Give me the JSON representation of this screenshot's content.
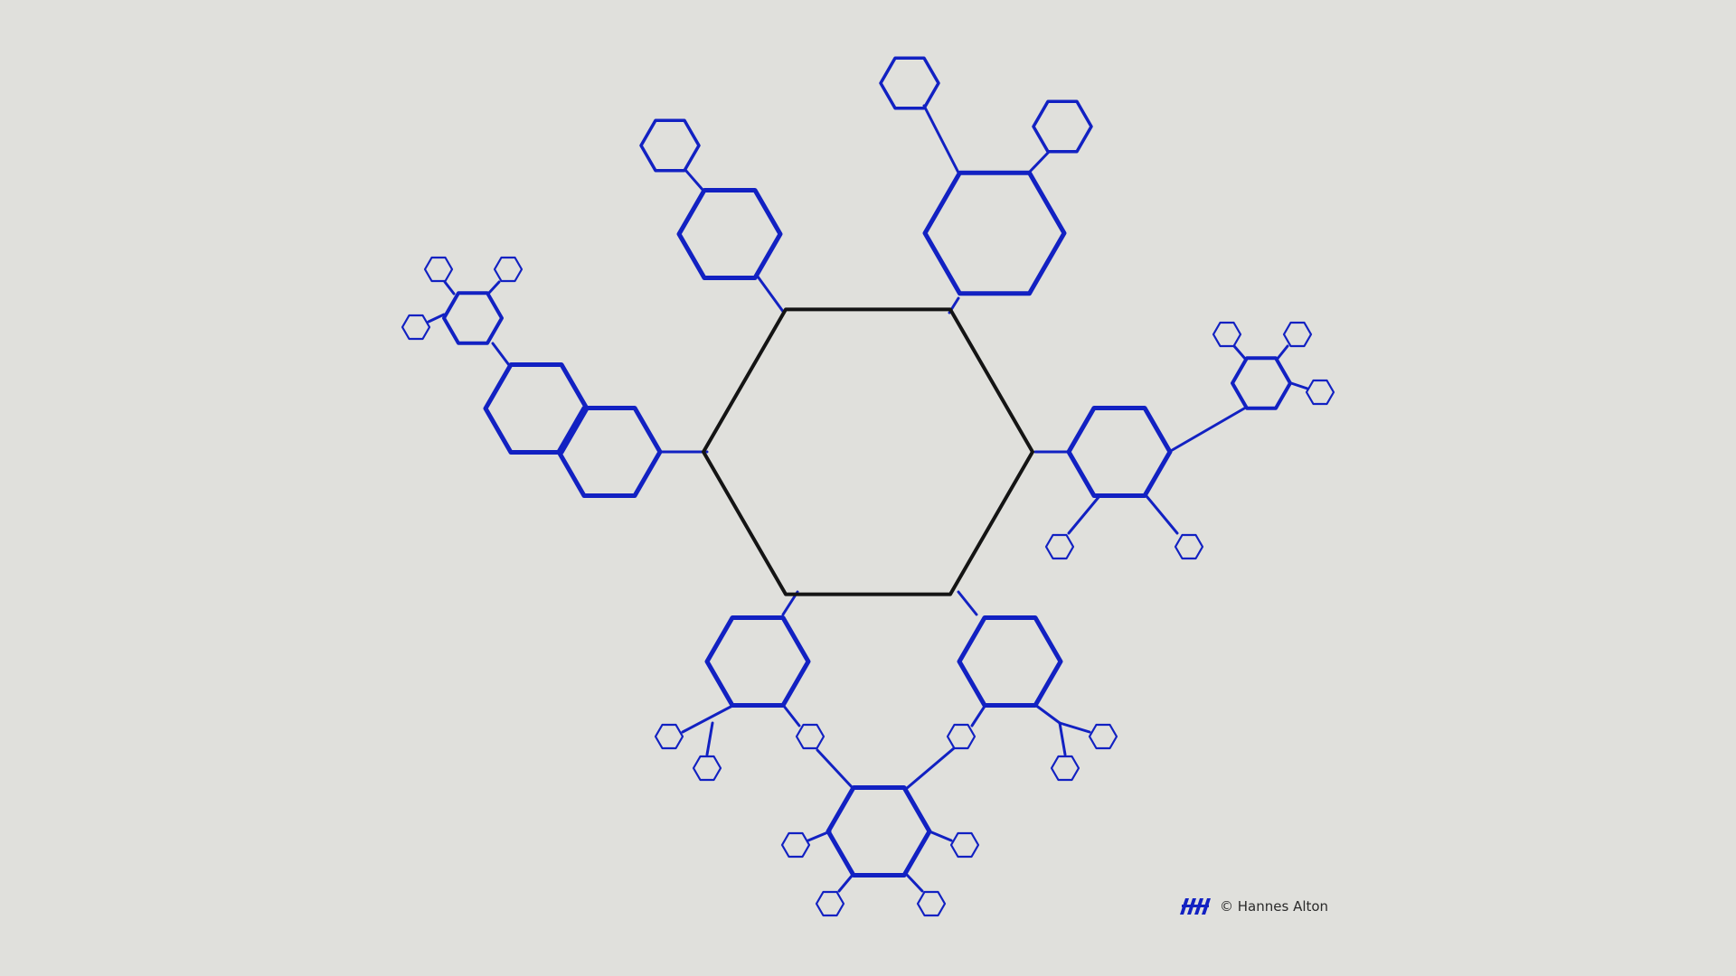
{
  "diagram": {
    "colors": {
      "background": "#e0e0dc",
      "core": "#141414",
      "branch": "#1221c2"
    },
    "nodes": [
      {
        "id": "core-hexagon",
        "role": "core"
      },
      {
        "id": "top-left-hexagon",
        "role": "branch"
      },
      {
        "id": "top-right-hexagon",
        "role": "branch"
      },
      {
        "id": "left-inner-hexagon",
        "role": "branch"
      },
      {
        "id": "left-outer-hexagon",
        "role": "branch"
      },
      {
        "id": "left-cluster-hexagon",
        "role": "branch"
      },
      {
        "id": "right-hexagon",
        "role": "branch"
      },
      {
        "id": "right-cluster-hexagon",
        "role": "branch"
      },
      {
        "id": "bottom-left-hexagon",
        "role": "branch"
      },
      {
        "id": "bottom-right-hexagon",
        "role": "branch"
      },
      {
        "id": "bottom-center-hexagon",
        "role": "branch"
      }
    ]
  },
  "footer": {
    "logo_icon": "ha-monogram-logo",
    "copyright": "© Hannes Alton",
    "text_color": "#2a2a2a"
  }
}
